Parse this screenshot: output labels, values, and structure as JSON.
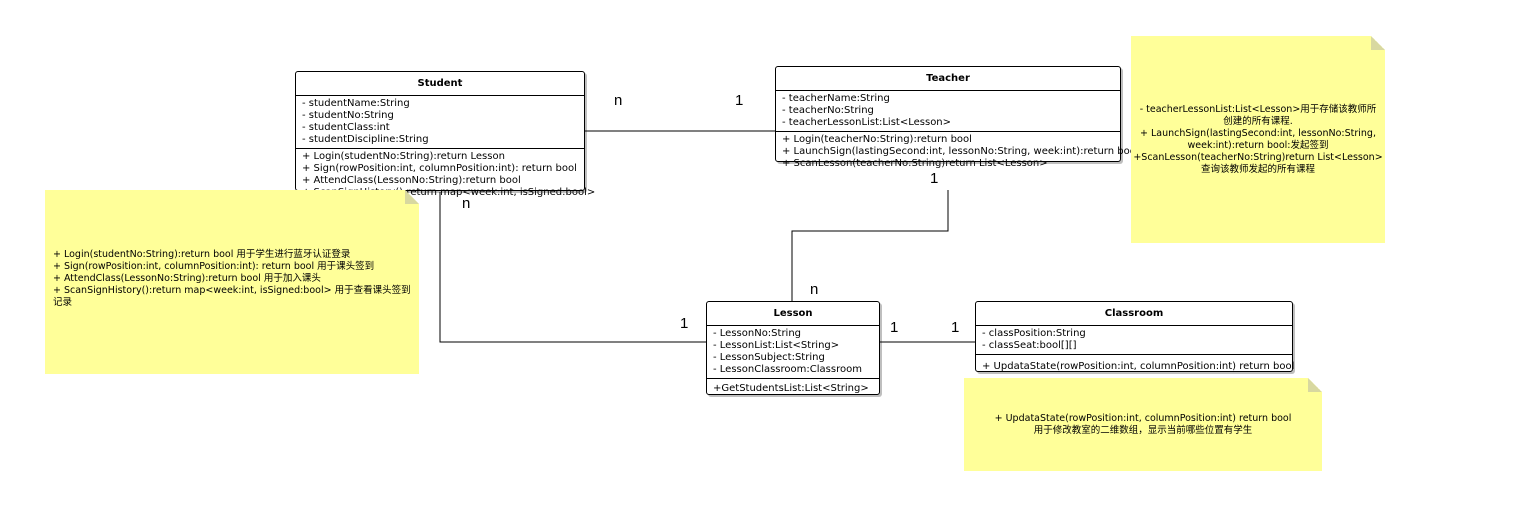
{
  "classes": {
    "student": {
      "name": "Student",
      "attributes": [
        "- studentName:String",
        "- studentNo:String",
        "- studentClass:int",
        "- studentDiscipline:String"
      ],
      "methods": [
        "+ Login(studentNo:String):return Lesson",
        "+ Sign(rowPosition:int, columnPosition:int): return bool",
        "+ AttendClass(LessonNo:String):return bool",
        "+ ScanSignHistory():return map<week:int, isSigned:bool>"
      ]
    },
    "teacher": {
      "name": "Teacher",
      "attributes": [
        "- teacherName:String",
        "- teacherNo:String",
        "- teacherLessonList:List<Lesson>"
      ],
      "methods": [
        "+ Login(teacherNo:String):return bool",
        "+ LaunchSign(lastingSecond:int, lessonNo:String, week:int):return bool",
        "+ ScanLesson(teacherNo:String)return List<Lesson>"
      ]
    },
    "lesson": {
      "name": "Lesson",
      "attributes": [
        "- LessonNo:String",
        "- LessonList:List<String>",
        "- LessonSubject:String",
        "- LessonClassroom:Classroom"
      ],
      "methods": [
        "+GetStudentsList:List<String>"
      ]
    },
    "classroom": {
      "name": "Classroom",
      "attributes": [
        "- classPosition:String",
        "- classSeat:bool[][]"
      ],
      "methods": [
        "+ UpdataState(rowPosition:int, columnPosition:int) return bool"
      ]
    }
  },
  "multiplicities": {
    "student_teacher_student": "n",
    "student_teacher_teacher": "1",
    "teacher_lesson_teacher": "1",
    "teacher_lesson_lesson": "n",
    "student_lesson_student": "n",
    "student_lesson_lesson": "1",
    "lesson_classroom_lesson": "1",
    "lesson_classroom_classroom": "1"
  },
  "notes": {
    "teacher": [
      "- teacherLessonList:List<Lesson>用于存储该教师所",
      "创建的所有课程.",
      "+ LaunchSign(lastingSecond:int, lessonNo:String,",
      "week:int):return bool:发起签到",
      "+ScanLesson(teacherNo:String)return List<Lesson>",
      "查询该教师发起的所有课程"
    ],
    "student": [
      "+ Login(studentNo:String):return bool 用于学生进行蓝牙认证登录",
      "+ Sign(rowPosition:int, columnPosition:int): return bool 用于课头签到",
      "+ AttendClass(LessonNo:String):return bool 用于加入课头",
      "+ ScanSignHistory():return map<week:int, isSigned:bool> 用于查看课头签到",
      "记录"
    ],
    "classroom": [
      "+ UpdataState(rowPosition:int, columnPosition:int) return bool",
      "用于修改教室的二维数组，显示当前哪些位置有学生"
    ]
  },
  "colors": {
    "note": "#ffff99",
    "line": "#000000"
  }
}
